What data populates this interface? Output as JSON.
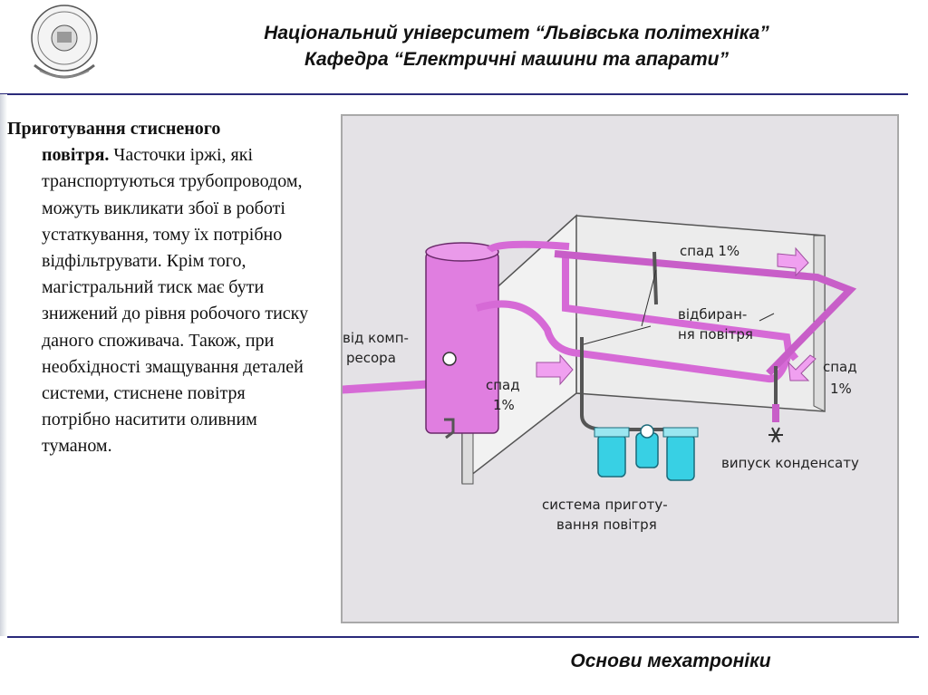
{
  "header": {
    "line1": "Національний університет “Львівська політехніка”",
    "line2": "Кафедра “Електричні машини та апарати”"
  },
  "text": {
    "heading_a": "Приготування стисненого",
    "heading_b": "повітря.",
    "body": " Часточки іржі, які транспортуються трубопроводом, можуть викликати збої в роботі устаткування, тому їх потрібно відфільтрувати. Крім того, магістральний тиск має бути знижений до рівня робочого тиску даного споживача. Також, при необхідності змащування деталей системи, стиснене повітря потрібно наситити оливним туманом."
  },
  "figure": {
    "label_compressor_1": "від комп-",
    "label_compressor_2": "ресора",
    "label_slope_top": "спад 1%",
    "label_slope_left_1": "спад",
    "label_slope_left_2": "1%",
    "label_slope_right_1": "спад",
    "label_slope_right_2": "1%",
    "label_takeoff_1": "відбиран-",
    "label_takeoff_2": "ня повітря",
    "label_drain": "випуск конденсату",
    "label_prep_1": "система приготу-",
    "label_prep_2": "вання повітря"
  },
  "colors": {
    "pipe": "#d66ad6",
    "tank": "#e07ee0",
    "arrow": "#f0a0f0",
    "filter": "#38d0e4",
    "background": "#e4e2e6"
  },
  "footer": {
    "title": "Основи мехатроніки"
  }
}
